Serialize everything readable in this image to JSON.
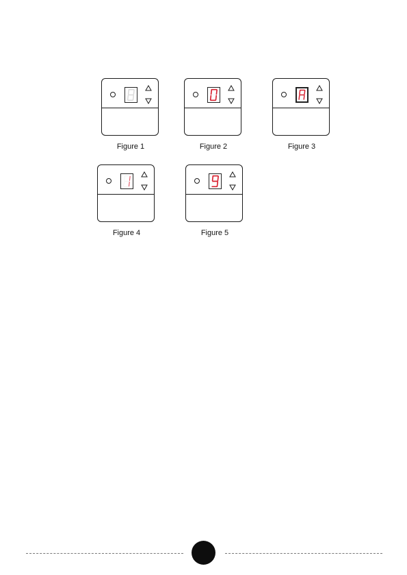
{
  "figures": [
    {
      "caption": "Figure 1",
      "digit": "8",
      "digit_color": "#d9d9d9",
      "state": "idle"
    },
    {
      "caption": "Figure 2",
      "digit": "0",
      "digit_color": "#d8202f",
      "state": "lit"
    },
    {
      "caption": "Figure 3",
      "digit": "A",
      "digit_color": "#d8202f",
      "state": "lit"
    },
    {
      "caption": "Figure 4",
      "digit": "1",
      "digit_color": "#e05060",
      "state": "dim"
    },
    {
      "caption": "Figure 5",
      "digit": "9",
      "digit_color": "#d8202f",
      "state": "lit"
    }
  ],
  "page_number": "",
  "colors": {
    "segment_on": "#d8202f",
    "segment_off": "#d9d9d9",
    "ink": "#1a1a1a"
  }
}
